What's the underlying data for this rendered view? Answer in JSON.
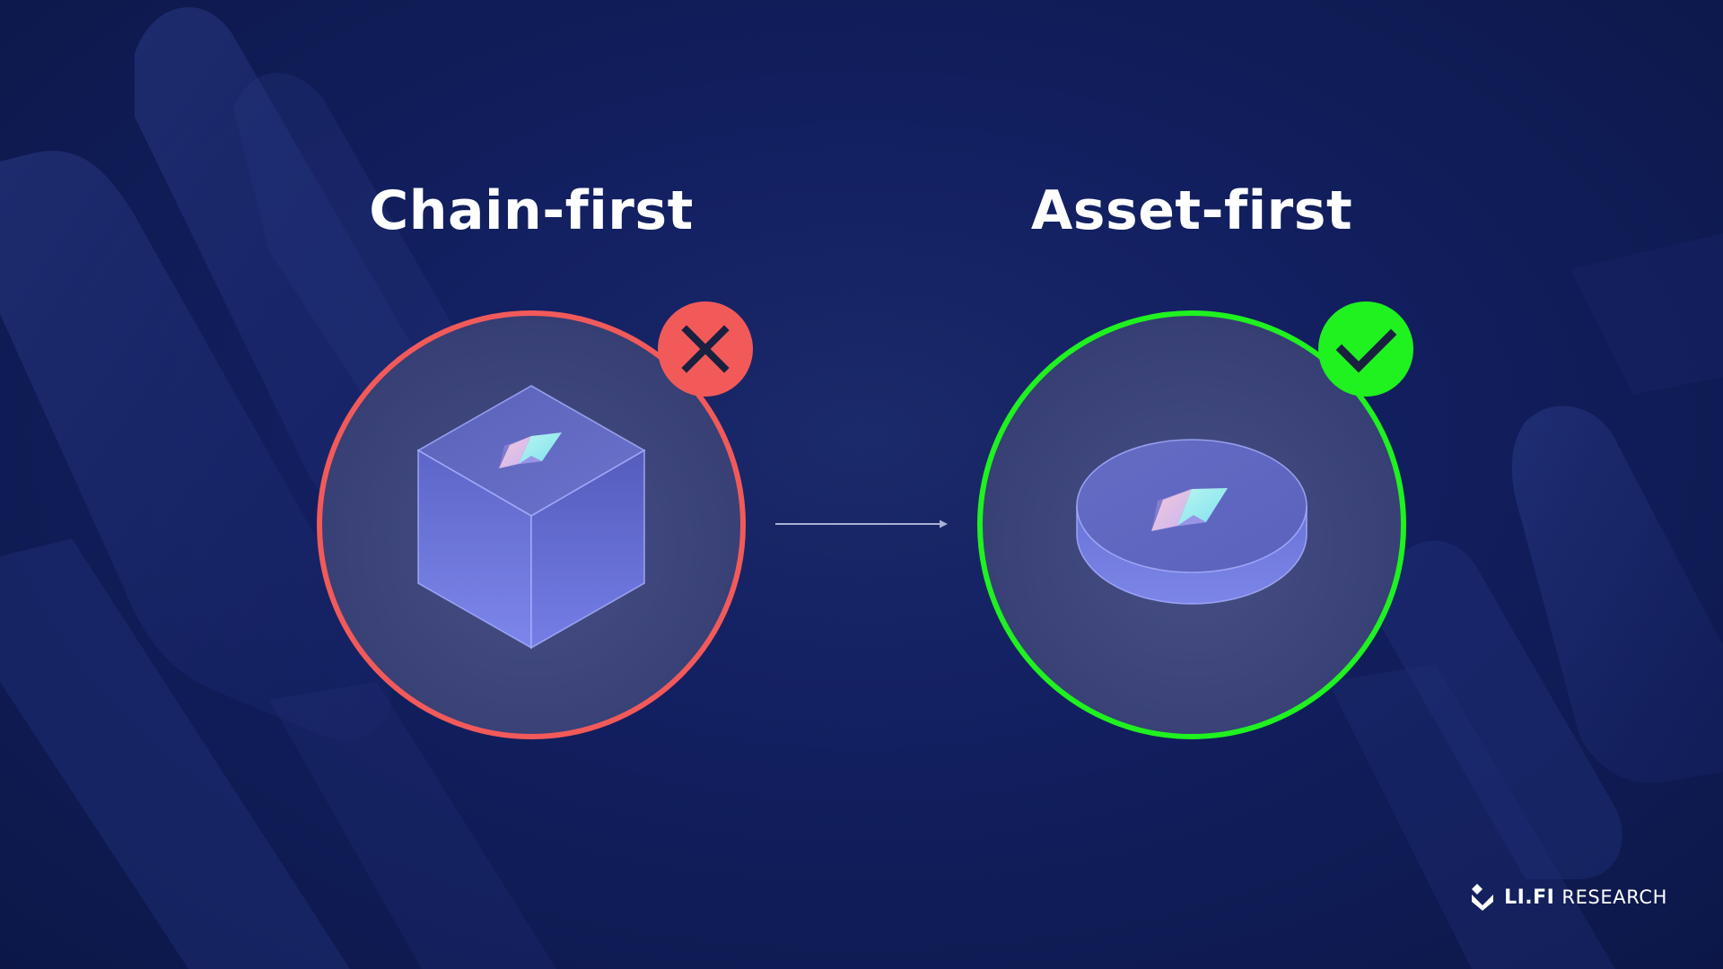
{
  "left_panel": {
    "title": "Chain-first",
    "status": "rejected",
    "ring_color": "#f25a5a",
    "badge_icon": "close-icon",
    "object": "cube-icon"
  },
  "right_panel": {
    "title": "Asset-first",
    "status": "approved",
    "ring_color": "#1ff21f",
    "badge_icon": "check-icon",
    "object": "coin-icon"
  },
  "connector": {
    "icon": "arrow-right-icon"
  },
  "brand": {
    "name": "LI.FI",
    "suffix": "RESEARCH",
    "logo_icon": "lifi-logo-icon"
  },
  "colors": {
    "background": "#0e1a4f",
    "panel_fill": "#3c4478",
    "object_fill": "#6f78dc",
    "text": "#ffffff"
  }
}
